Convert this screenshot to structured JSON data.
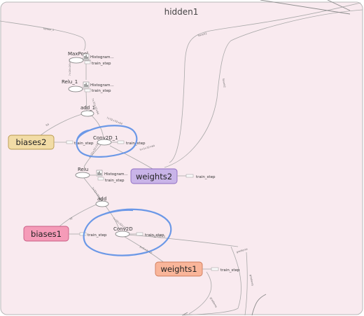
{
  "group": {
    "title": "hidden1"
  },
  "nodes": {
    "maxpool": "MaxPool",
    "relu_1": "Relu_1",
    "add_1": "add_1",
    "conv2d_1": "Conv2D_1",
    "relu": "Relu",
    "add": "add",
    "conv2d": "Conv2D"
  },
  "variables": {
    "biases2": {
      "label": "biases2",
      "fill": "#f2dca6",
      "stroke": "#b89a4e"
    },
    "weights2": {
      "label": "weights2",
      "fill": "#c9b4e8",
      "stroke": "#8e6cc2"
    },
    "biases1": {
      "label": "biases1",
      "fill": "#f59bb8",
      "stroke": "#c85b82"
    },
    "weights1": {
      "label": "weights1",
      "fill": "#f9b59a",
      "stroke": "#cf7a5a"
    }
  },
  "annotations": {
    "histogram": "Histogram...",
    "train_step": "train_step"
  },
  "edge_labels": {
    "top_left": "tensor_1",
    "top_right_a": "SaveV2",
    "top_right_b": "SaveV2",
    "relu1_to_maxpool": "?×16×16×64",
    "add1_to_relu1": "?×32×32×64",
    "conv1_to_add1": "?×32×32×64",
    "biases2_to_add1": "64",
    "weights2_to_conv1": "5×5×32×64",
    "relu_to_conv1": "?×32×32×32",
    "add_to_relu": "?×32×32×32",
    "conv_to_add": "?×32×32×32",
    "biases1_to_add": "32",
    "weights1_to_conv": "5×5×3×32",
    "input_to_conv": "?×32×32×3",
    "right_out_a": "gradients",
    "right_out_b": "gradients",
    "bottom_right": "gradients"
  },
  "colors": {
    "group_fill": "#f9eaef",
    "highlight_circle": "#5b8fe6"
  }
}
